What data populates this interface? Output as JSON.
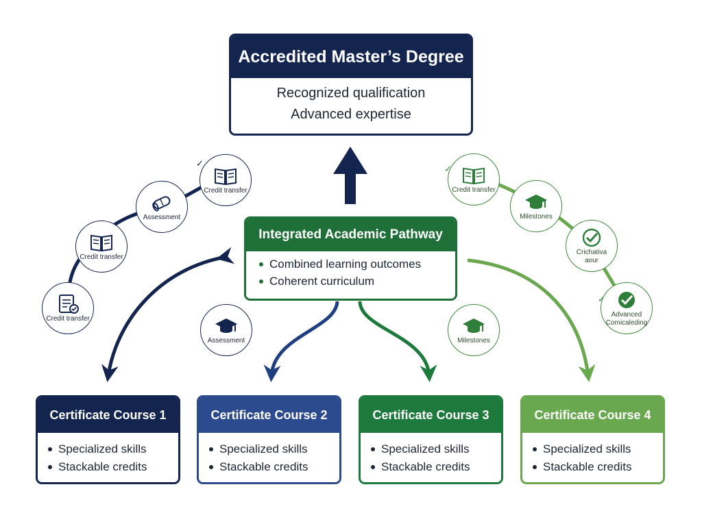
{
  "degree": {
    "title": "Accredited Master’s Degree",
    "lines": [
      "Recognized qualification",
      "Advanced expertise"
    ]
  },
  "pathway": {
    "title": "Integrated Academic Pathway",
    "bullets": [
      "Combined learning outcomes",
      "Coherent curriculum"
    ]
  },
  "courses": [
    {
      "title": "Certificate Course 1",
      "bullets": [
        "Specialized skills",
        "Stackable credits"
      ]
    },
    {
      "title": "Certificate Course 2",
      "bullets": [
        "Specialized skills",
        "Stackable credits"
      ]
    },
    {
      "title": "Certificate Course 3",
      "bullets": [
        "Specialized skills",
        "Stackable credits"
      ]
    },
    {
      "title": "Certificate Course 4",
      "bullets": [
        "Specialized skills",
        "Stackable credits"
      ]
    }
  ],
  "left_arc_badges": [
    {
      "icon": "document-check-icon",
      "label": "Credit transfer"
    },
    {
      "icon": "open-book-icon",
      "label": "Credit transfer"
    },
    {
      "icon": "diploma-scroll-icon",
      "label": "Assessment"
    },
    {
      "icon": "open-book-icon",
      "label": "Credit transfer"
    }
  ],
  "right_arc_badges": [
    {
      "icon": "open-book-icon",
      "label": "Credit transfer"
    },
    {
      "icon": "graduation-cap-icon",
      "label": "Milestones"
    },
    {
      "icon": "checkmark-circle-icon",
      "label": "Crichativa\naour"
    },
    {
      "icon": "checkmark-circle-icon",
      "label": "Advanced\nComicaleding"
    }
  ],
  "center_badges": [
    {
      "icon": "graduation-cap-icon",
      "label": "Assessment"
    },
    {
      "icon": "graduation-cap-icon",
      "label": "Milestones"
    }
  ],
  "colors": {
    "navy": "#13244f",
    "blue": "#2c4a8e",
    "green": "#1e7a3c",
    "light_green": "#6aa84f"
  }
}
